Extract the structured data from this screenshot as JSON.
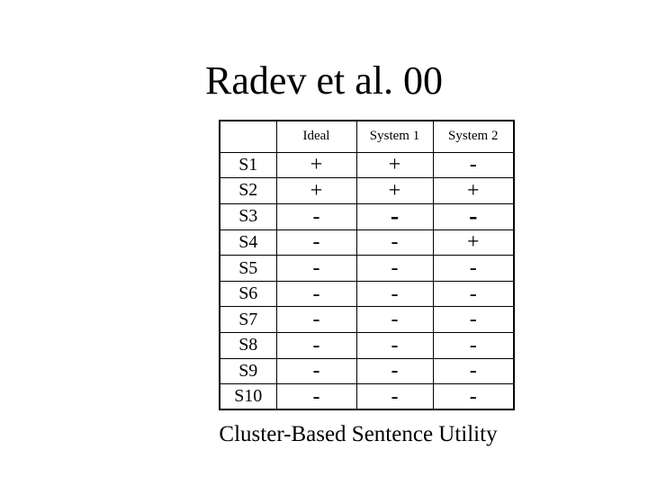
{
  "slide": {
    "title": "Radev et al. 00",
    "caption": "Cluster-Based Sentence Utility",
    "background_color": "#ffffff",
    "text_color": "#000000",
    "border_color": "#000000"
  },
  "table": {
    "headers": [
      "",
      "Ideal",
      "System 1",
      "System 2"
    ],
    "rows": [
      {
        "label": "S1",
        "cells": [
          "+",
          "+",
          "-"
        ]
      },
      {
        "label": "S2",
        "cells": [
          "+",
          "+",
          "+"
        ]
      },
      {
        "label": "S3",
        "cells": [
          "-",
          "-",
          "-"
        ],
        "bold_cells": [
          1,
          2
        ]
      },
      {
        "label": "S4",
        "cells": [
          "-",
          "-",
          "+"
        ]
      },
      {
        "label": "S5",
        "cells": [
          "-",
          "-",
          "-"
        ]
      },
      {
        "label": "S6",
        "cells": [
          "-",
          "-",
          "-"
        ]
      },
      {
        "label": "S7",
        "cells": [
          "-",
          "-",
          "-"
        ]
      },
      {
        "label": "S8",
        "cells": [
          "-",
          "-",
          "-"
        ]
      },
      {
        "label": "S9",
        "cells": [
          "-",
          "-",
          "-"
        ]
      },
      {
        "label": "S10",
        "cells": [
          "-",
          "-",
          "-"
        ]
      }
    ]
  }
}
